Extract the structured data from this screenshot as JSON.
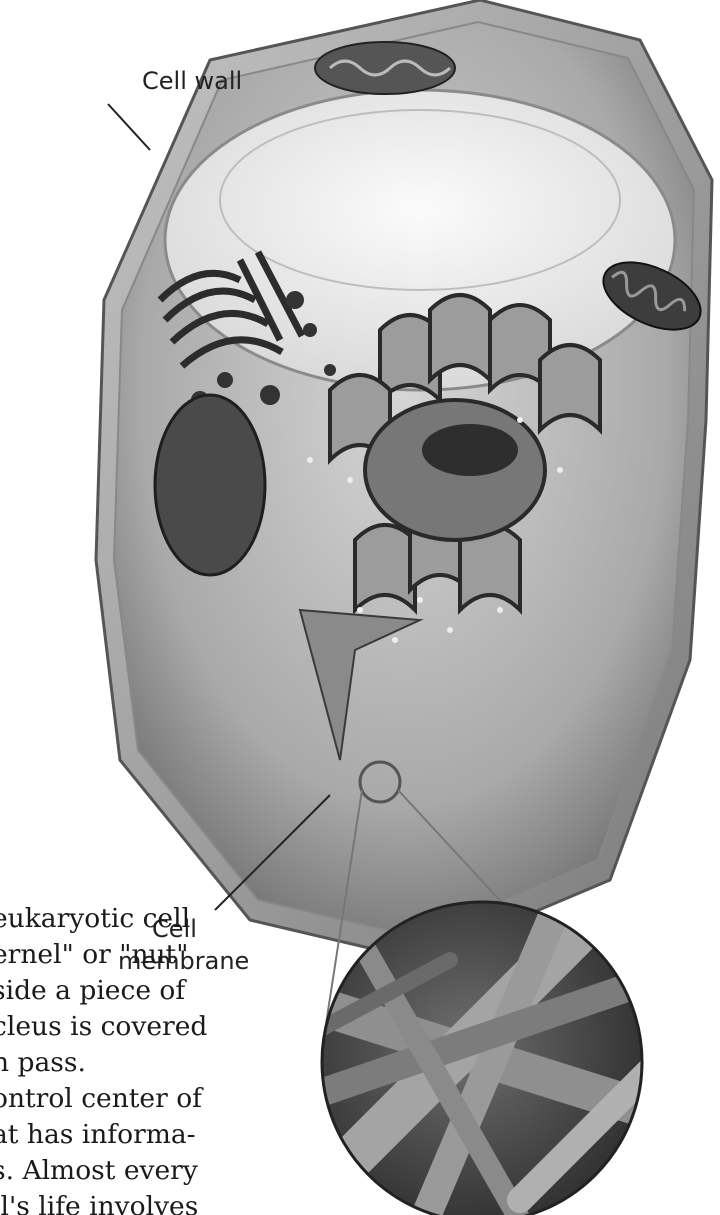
{
  "labels": {
    "cell_wall": "Cell wall",
    "cell": "Cell",
    "membrane": "membrane"
  },
  "text_lines": [
    "eukaryotic cell",
    "ernel\" or \"nut\"",
    "side a piece of",
    "cleus is covered",
    "n pass.",
    "ontrol center of",
    "at has informa-",
    "s. Almost every",
    "ll's life involves"
  ],
  "colors": {
    "cell_wall": "#9a9a9a",
    "cytoplasm": "#c8c8c8",
    "organelle_dark": "#3a3a3a",
    "vacuole": "#f2f2f2"
  }
}
